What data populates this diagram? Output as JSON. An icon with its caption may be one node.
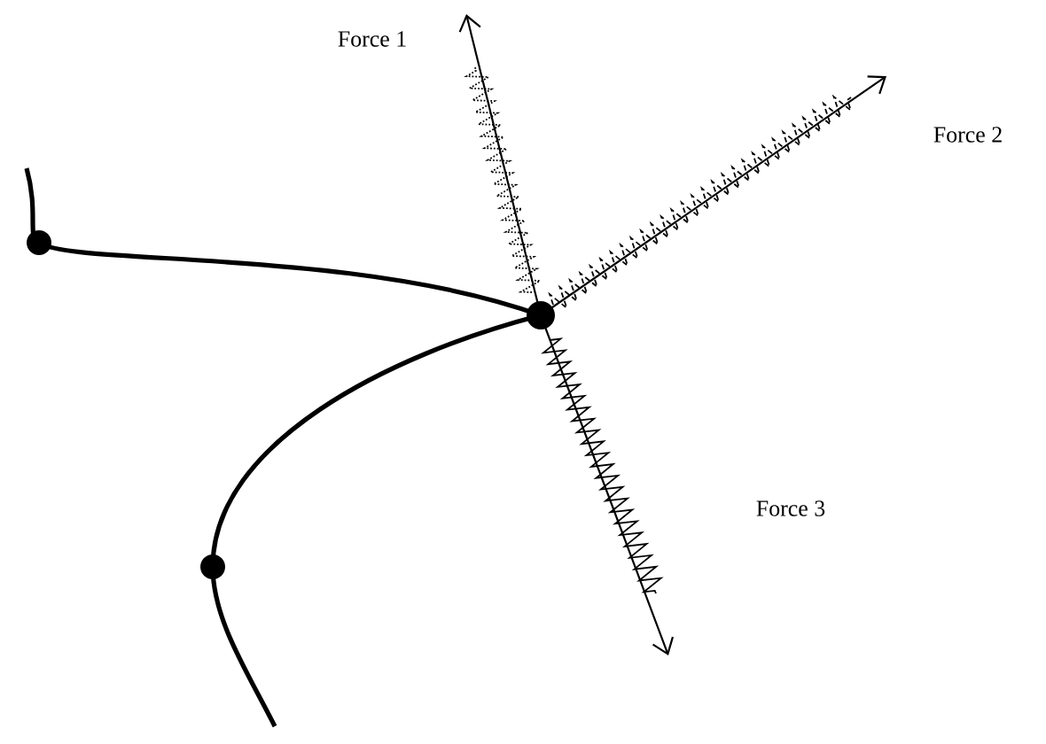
{
  "diagram": {
    "labels": [
      "Force 1",
      "Force 2",
      "Force 3"
    ]
  }
}
